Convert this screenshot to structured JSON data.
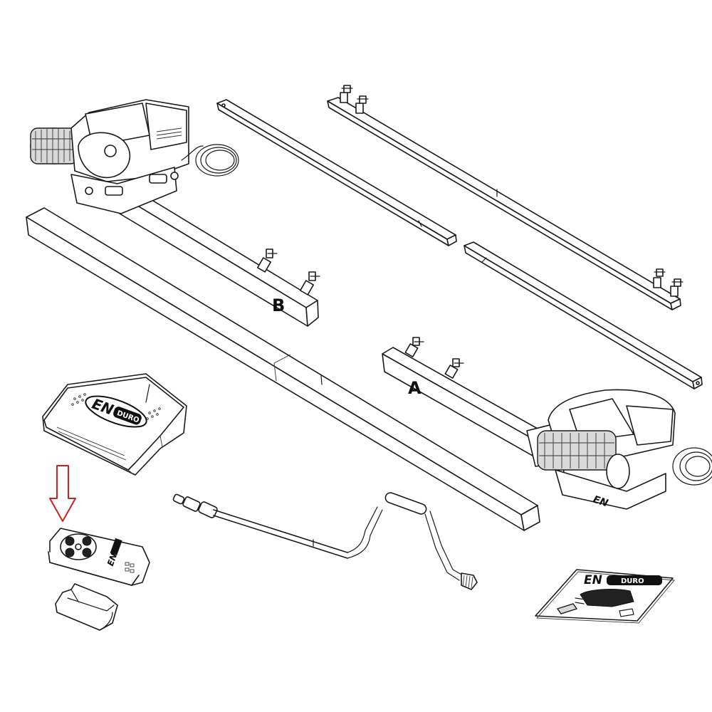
{
  "labels": {
    "rail_b": "B",
    "rail_a": "A"
  },
  "brand": {
    "logo_left": "EN",
    "logo_right": "DURO"
  },
  "colors": {
    "arrow": "#cc2222",
    "line": "#1a1a1a"
  },
  "icons": {
    "indicator": "red-down-arrow-icon"
  }
}
